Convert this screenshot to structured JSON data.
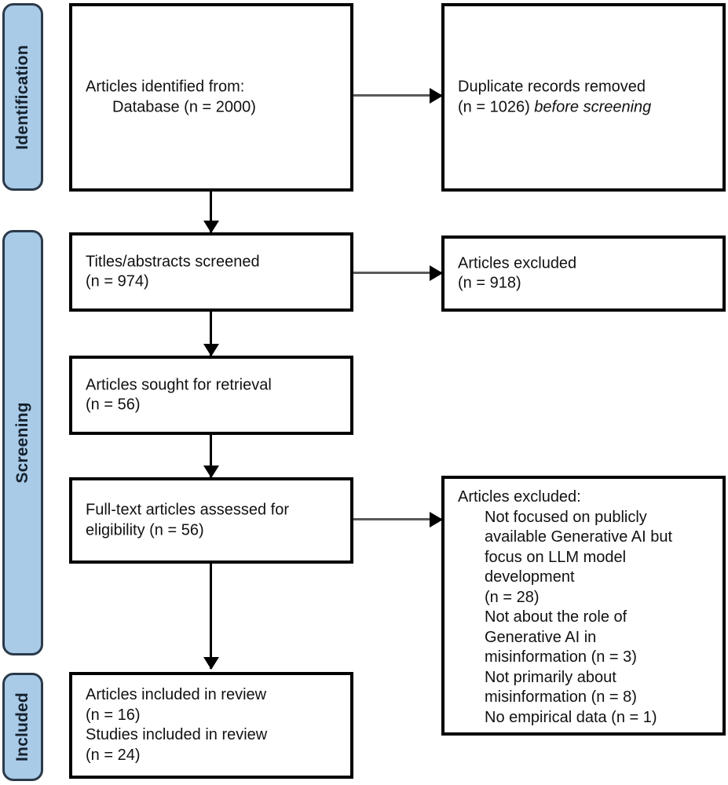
{
  "diagram": {
    "type": "prisma-flow-diagram",
    "accent_color": "#a9cbe8",
    "pill_border_color": "#2b3a4a",
    "box_border_color": "#000000",
    "arrow_color_vertical": "#000000",
    "arrow_color_horizontal": "#5a5a5a"
  },
  "stages": [
    {
      "id": "identification",
      "label": "Identification"
    },
    {
      "id": "screening",
      "label": "Screening"
    },
    {
      "id": "included",
      "label": "Included"
    }
  ],
  "boxes": {
    "identified": {
      "line1": "Articles identified from:",
      "line2": "Database (n = 2000)",
      "n_database": 2000
    },
    "duplicates_removed": {
      "line1": "Duplicate records removed",
      "line2_prefix": "(n = 1026) ",
      "line2_italic": "before screening",
      "n": 1026
    },
    "titles_screened": {
      "line1": "Titles/abstracts screened",
      "line2": "(n = 974)",
      "n": 974
    },
    "articles_excluded_screening": {
      "line1": "Articles excluded",
      "line2": "(n = 918)",
      "n": 918
    },
    "sought_retrieval": {
      "line1": "Articles sought for retrieval",
      "line2": "(n = 56)",
      "n": 56
    },
    "fulltext_assessed": {
      "line1": "Full-text articles assessed for",
      "line2": "eligibility (n = 56)",
      "n": 56
    },
    "articles_excluded_eligibility": {
      "heading": "Articles excluded:",
      "reasons": [
        {
          "text": "Not focused on publicly\navailable Generative AI but\nfocus on LLM model\ndevelopment\n(n = 28)",
          "n": 28
        },
        {
          "text": "Not about the role of\nGenerative AI in\nmisinformation (n = 3)",
          "n": 3
        },
        {
          "text": "Not primarily about\nmisinformation (n = 8)",
          "n": 8
        },
        {
          "text": "No empirical data (n = 1)",
          "n": 1
        }
      ]
    },
    "included_review": {
      "line1": "Articles included in review",
      "line2": "(n = 16)",
      "line3": "Studies included in review",
      "line4": "(n = 24)",
      "n_articles": 16,
      "n_studies": 24
    }
  }
}
